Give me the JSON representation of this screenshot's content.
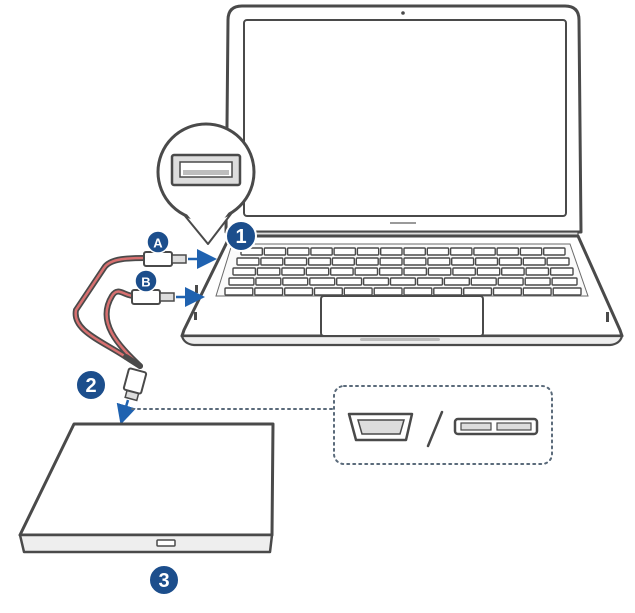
{
  "steps": {
    "step1": "1",
    "step2": "2",
    "step3": "3"
  },
  "cable_ends": {
    "a": "A",
    "b": "B"
  },
  "colors": {
    "outline": "#4a4a4a",
    "badge": "#1c4e8c",
    "arrow": "#1f62b0",
    "dotted_line": "#5a6a7a",
    "cable_red": "#d87070",
    "body_fill": "#f3f3f3"
  },
  "icons": [
    "laptop-icon",
    "usb-a-port-icon",
    "usb-cable-icon",
    "usb-micro-b-connector-icon",
    "external-optical-drive-icon",
    "eject-button-icon"
  ]
}
